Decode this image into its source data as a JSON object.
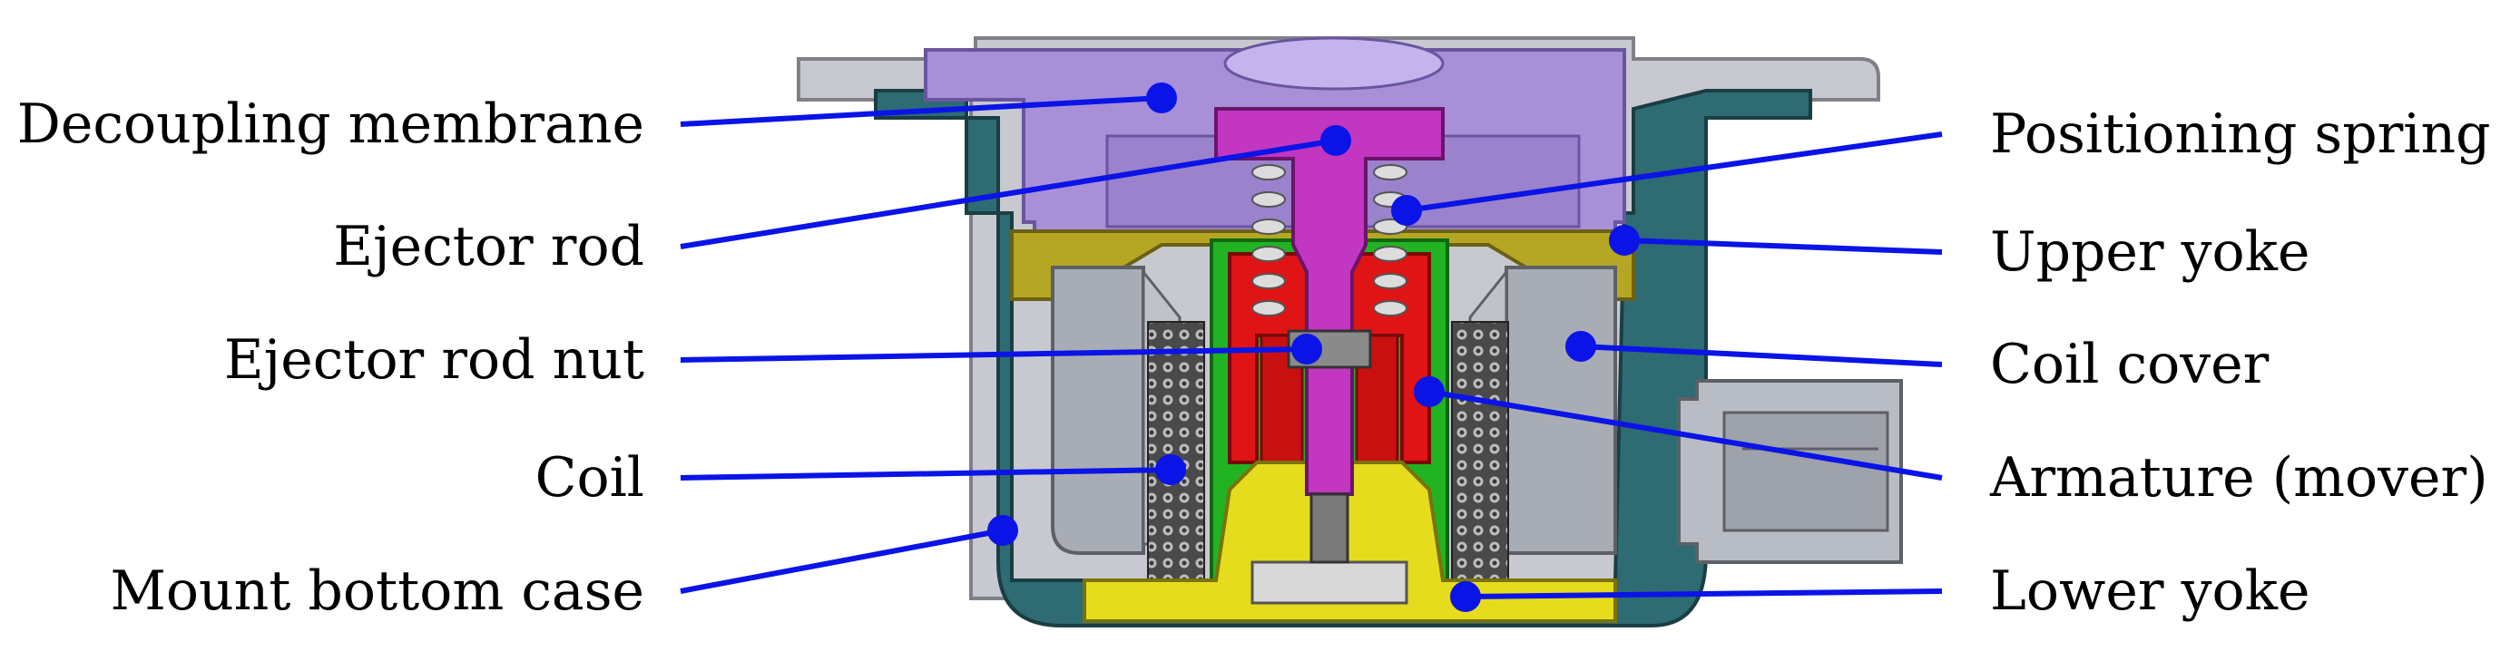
{
  "diagram": {
    "labels_left": [
      "Decoupling membrane",
      "Ejector rod",
      "Ejector rod nut",
      "Coil",
      "Mount bottom case"
    ],
    "labels_right": [
      "Positioning spring",
      "Upper yoke",
      "Coil cover",
      "Armature (mover)",
      "Lower yoke"
    ]
  },
  "colors": {
    "leader_line": "#0a14e6",
    "outer_shell": "#c8c8d0",
    "bottom_case": "#2e6b73",
    "membrane": "#a890d8",
    "ejector_rod": "#c236c2",
    "armature": "#e01414",
    "inner_sleeve": "#22b322",
    "yoke": "#e6dc1e",
    "coil_cover": "#a8acb4",
    "coil": "#3a3a3a",
    "connector": "#b8bcc4"
  }
}
